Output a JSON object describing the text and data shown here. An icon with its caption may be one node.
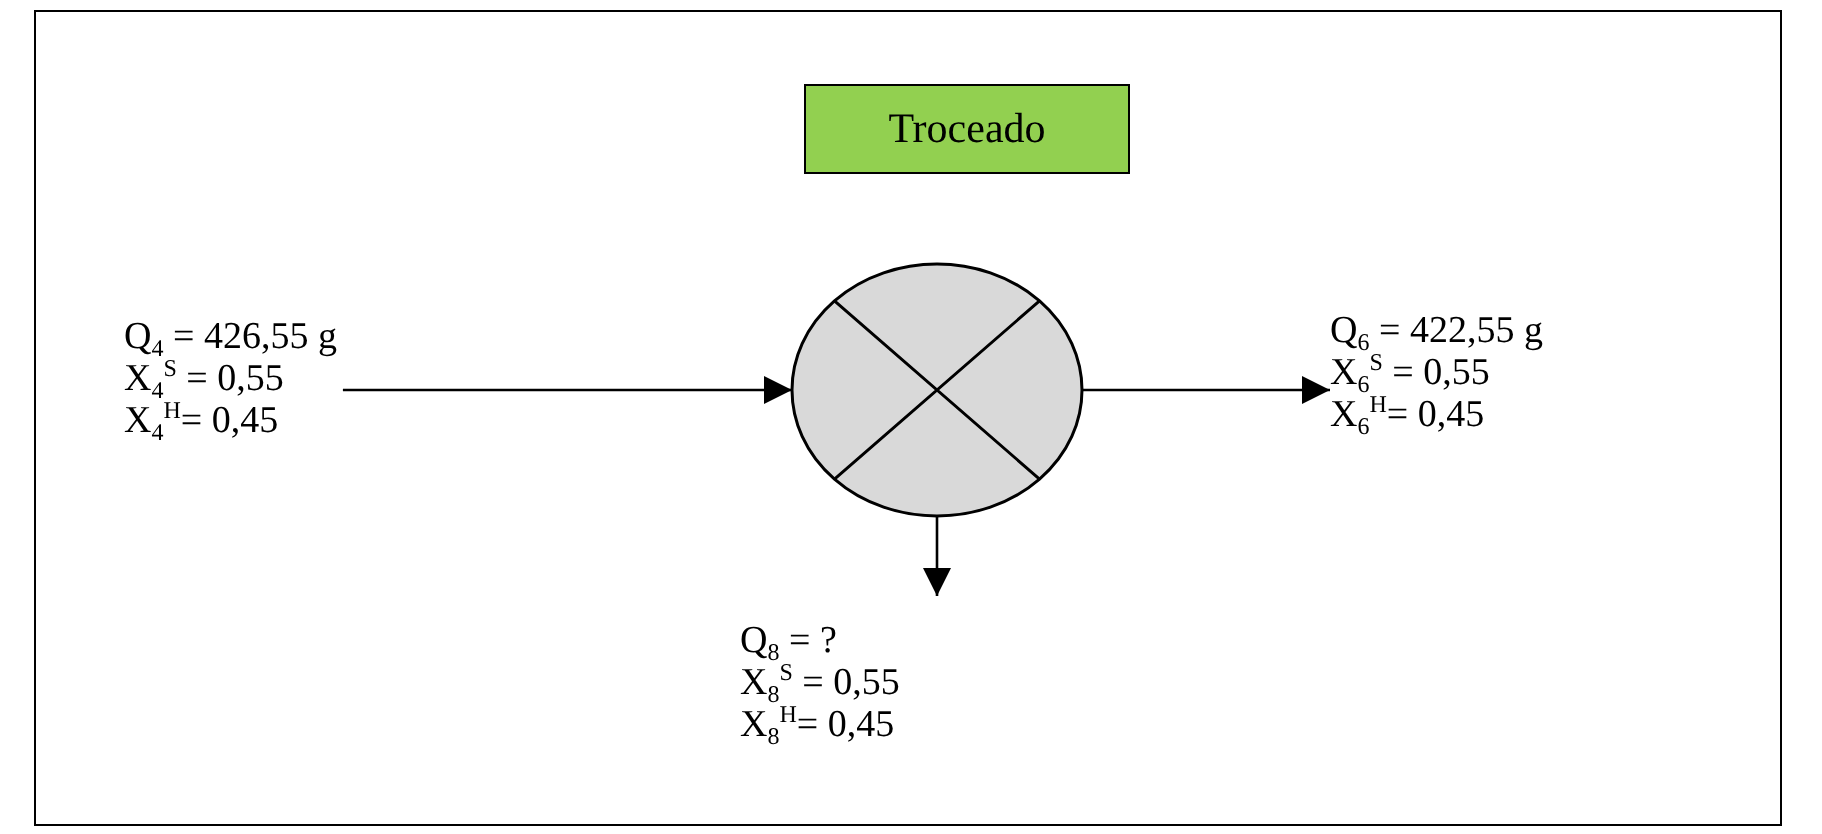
{
  "diagram": {
    "nodes": [
      {
        "text": [
          "Troceado"
        ]
      },
      {
        "text": [
          "Q$_{4}$ = 426,55 g",
          "X$_{4}$$^{S}$ = 0,55",
          "X$_{4}$$^{H}$= 0,45"
        ]
      },
      {
        "text": [],
        "shape": "circle"
      },
      {
        "text": [
          "Q$_{6}$ = 422,55 g",
          "X$_{6}$$^{S}$ = 0,55",
          "X$_{6}$$^{H}$= 0,45"
        ]
      },
      {
        "text": [
          "Q$_{8}$ = ?",
          "X$_{8}$$^{S}$ = 0,55",
          "X$_{8}$$^{H}$= 0,45"
        ]
      }
    ],
    "edges": [
      {
        "from": 1,
        "to": 2,
        "arrow": "to"
      },
      {
        "from": 2,
        "to": 3,
        "arrow": "to"
      },
      {
        "from": 2,
        "to": 4,
        "arrow": "to"
      }
    ]
  }
}
